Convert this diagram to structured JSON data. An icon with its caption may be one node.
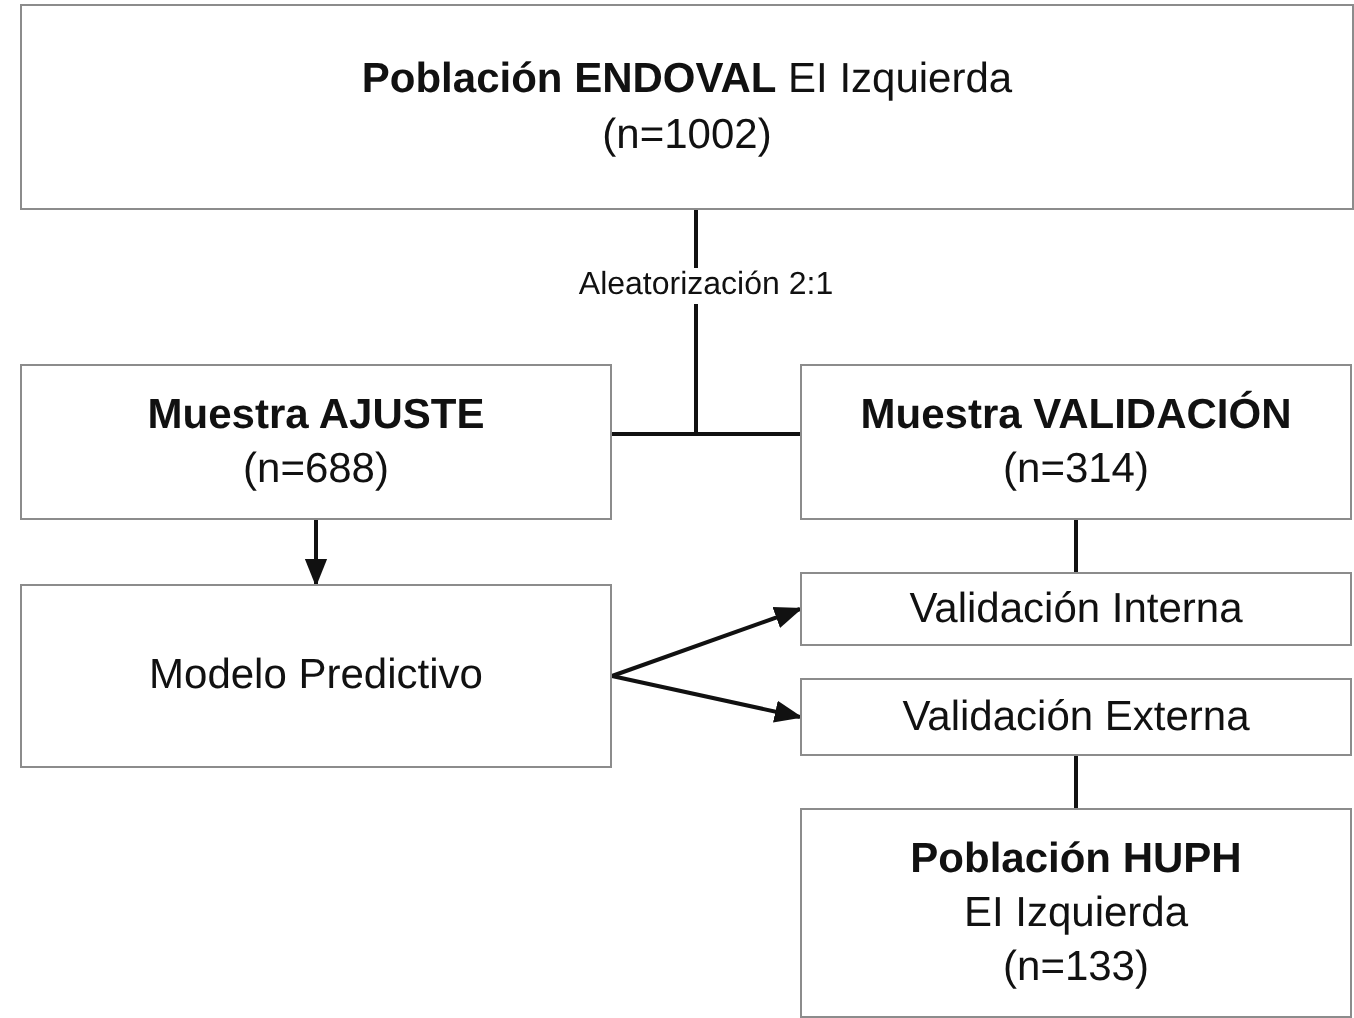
{
  "diagram": {
    "nodes": [
      {
        "text": [
          "**Población ENDOVAL** EI Izquierda",
          "(n=1002)"
        ]
      },
      {
        "text": [
          "Muestra AJUSTE",
          "(n=688)"
        ]
      },
      {
        "text": [
          "Muestra VALIDACIÓN",
          "(n=314)"
        ]
      },
      {
        "text": [
          "Modelo Predictivo"
        ]
      },
      {
        "text": [
          "Validación Interna"
        ]
      },
      {
        "text": [
          "Validación Externa"
        ]
      },
      {
        "text": [
          "Población HUPH",
          "EI Izquierda",
          "(n=133)"
        ]
      }
    ],
    "edges": [
      {
        "from": 0,
        "to": 1,
        "arrow": "none",
        "label": "Aleatorización 2:1"
      },
      {
        "from": 0,
        "to": 2,
        "arrow": "none"
      },
      {
        "from": 1,
        "to": 3,
        "arrow": "to"
      },
      {
        "from": 2,
        "to": 4,
        "arrow": "none"
      },
      {
        "from": 3,
        "to": 4,
        "arrow": "to"
      },
      {
        "from": 3,
        "to": 5,
        "arrow": "to"
      },
      {
        "from": 5,
        "to": 6,
        "arrow": "none"
      }
    ]
  }
}
